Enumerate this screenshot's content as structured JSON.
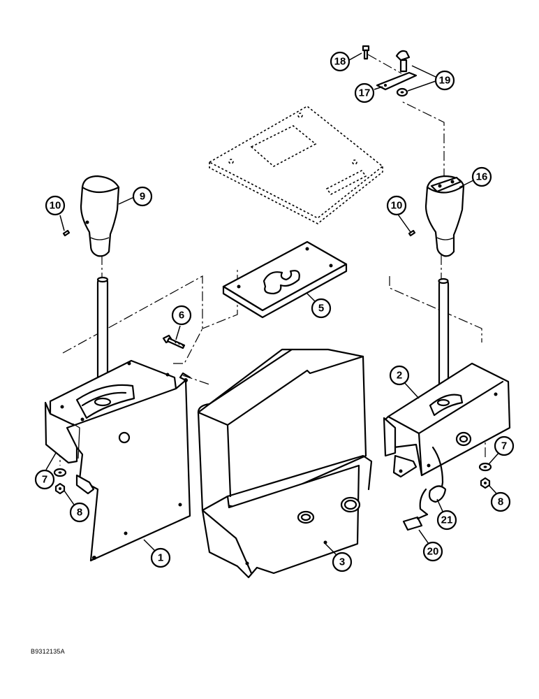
{
  "figure": {
    "code": "B9312135A",
    "callouts": [
      "1",
      "2",
      "3",
      "5",
      "6",
      "7",
      "7",
      "8",
      "8",
      "9",
      "10",
      "10",
      "16",
      "17",
      "18",
      "19",
      "20",
      "21"
    ]
  }
}
